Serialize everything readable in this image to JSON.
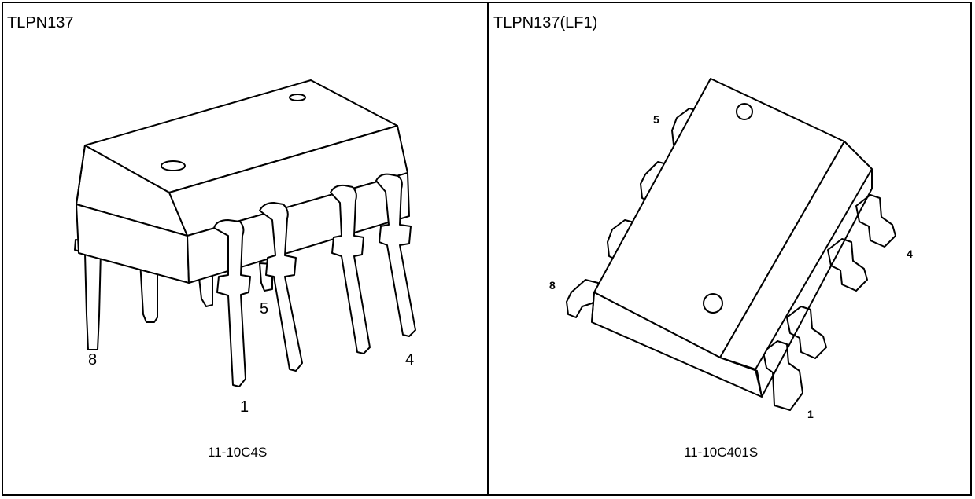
{
  "left": {
    "title": "TLPN137",
    "code": "11-10C4S",
    "pins": {
      "p8": "8",
      "p5": "5",
      "p4": "4",
      "p1": "1"
    }
  },
  "right": {
    "title": "TLPN137(LF1)",
    "code": "11-10C401S",
    "pins": {
      "p5": "5",
      "p4": "4",
      "p8": "8",
      "p1": "1"
    }
  }
}
